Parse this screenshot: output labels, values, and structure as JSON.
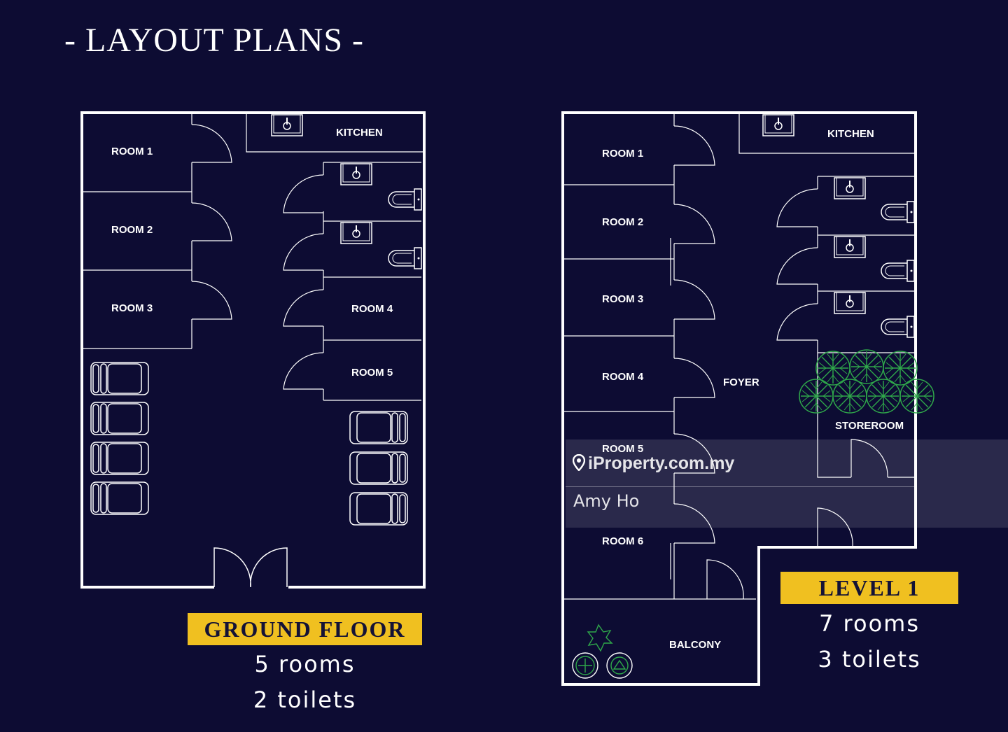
{
  "title": "- LAYOUT PLANS -",
  "ground_floor": {
    "tag": "GROUND FLOOR",
    "rooms_text": "5 rooms",
    "toilets_text": "2 toilets",
    "labels": {
      "room1": "ROOM 1",
      "room2": "ROOM 2",
      "room3": "ROOM 3",
      "room4": "ROOM 4",
      "room5": "ROOM 5",
      "kitchen": "KITCHEN"
    }
  },
  "level_1": {
    "tag": "LEVEL 1",
    "rooms_text": "7 rooms",
    "toilets_text": "3 toilets",
    "labels": {
      "room1": "ROOM 1",
      "room2": "ROOM 2",
      "room3": "ROOM 3",
      "room4": "ROOM 4",
      "room5": "ROOM 5",
      "room6": "ROOM 6",
      "kitchen": "KITCHEN",
      "foyer": "FOYER",
      "storeroom": "STOREROOM",
      "balcony": "BALCONY"
    }
  },
  "watermark": {
    "brand": "iProperty.com.my",
    "agent": "Amy Ho"
  },
  "colors": {
    "background": "#0d0c33",
    "accent": "#f0c020",
    "plant": "#2fa84a"
  }
}
